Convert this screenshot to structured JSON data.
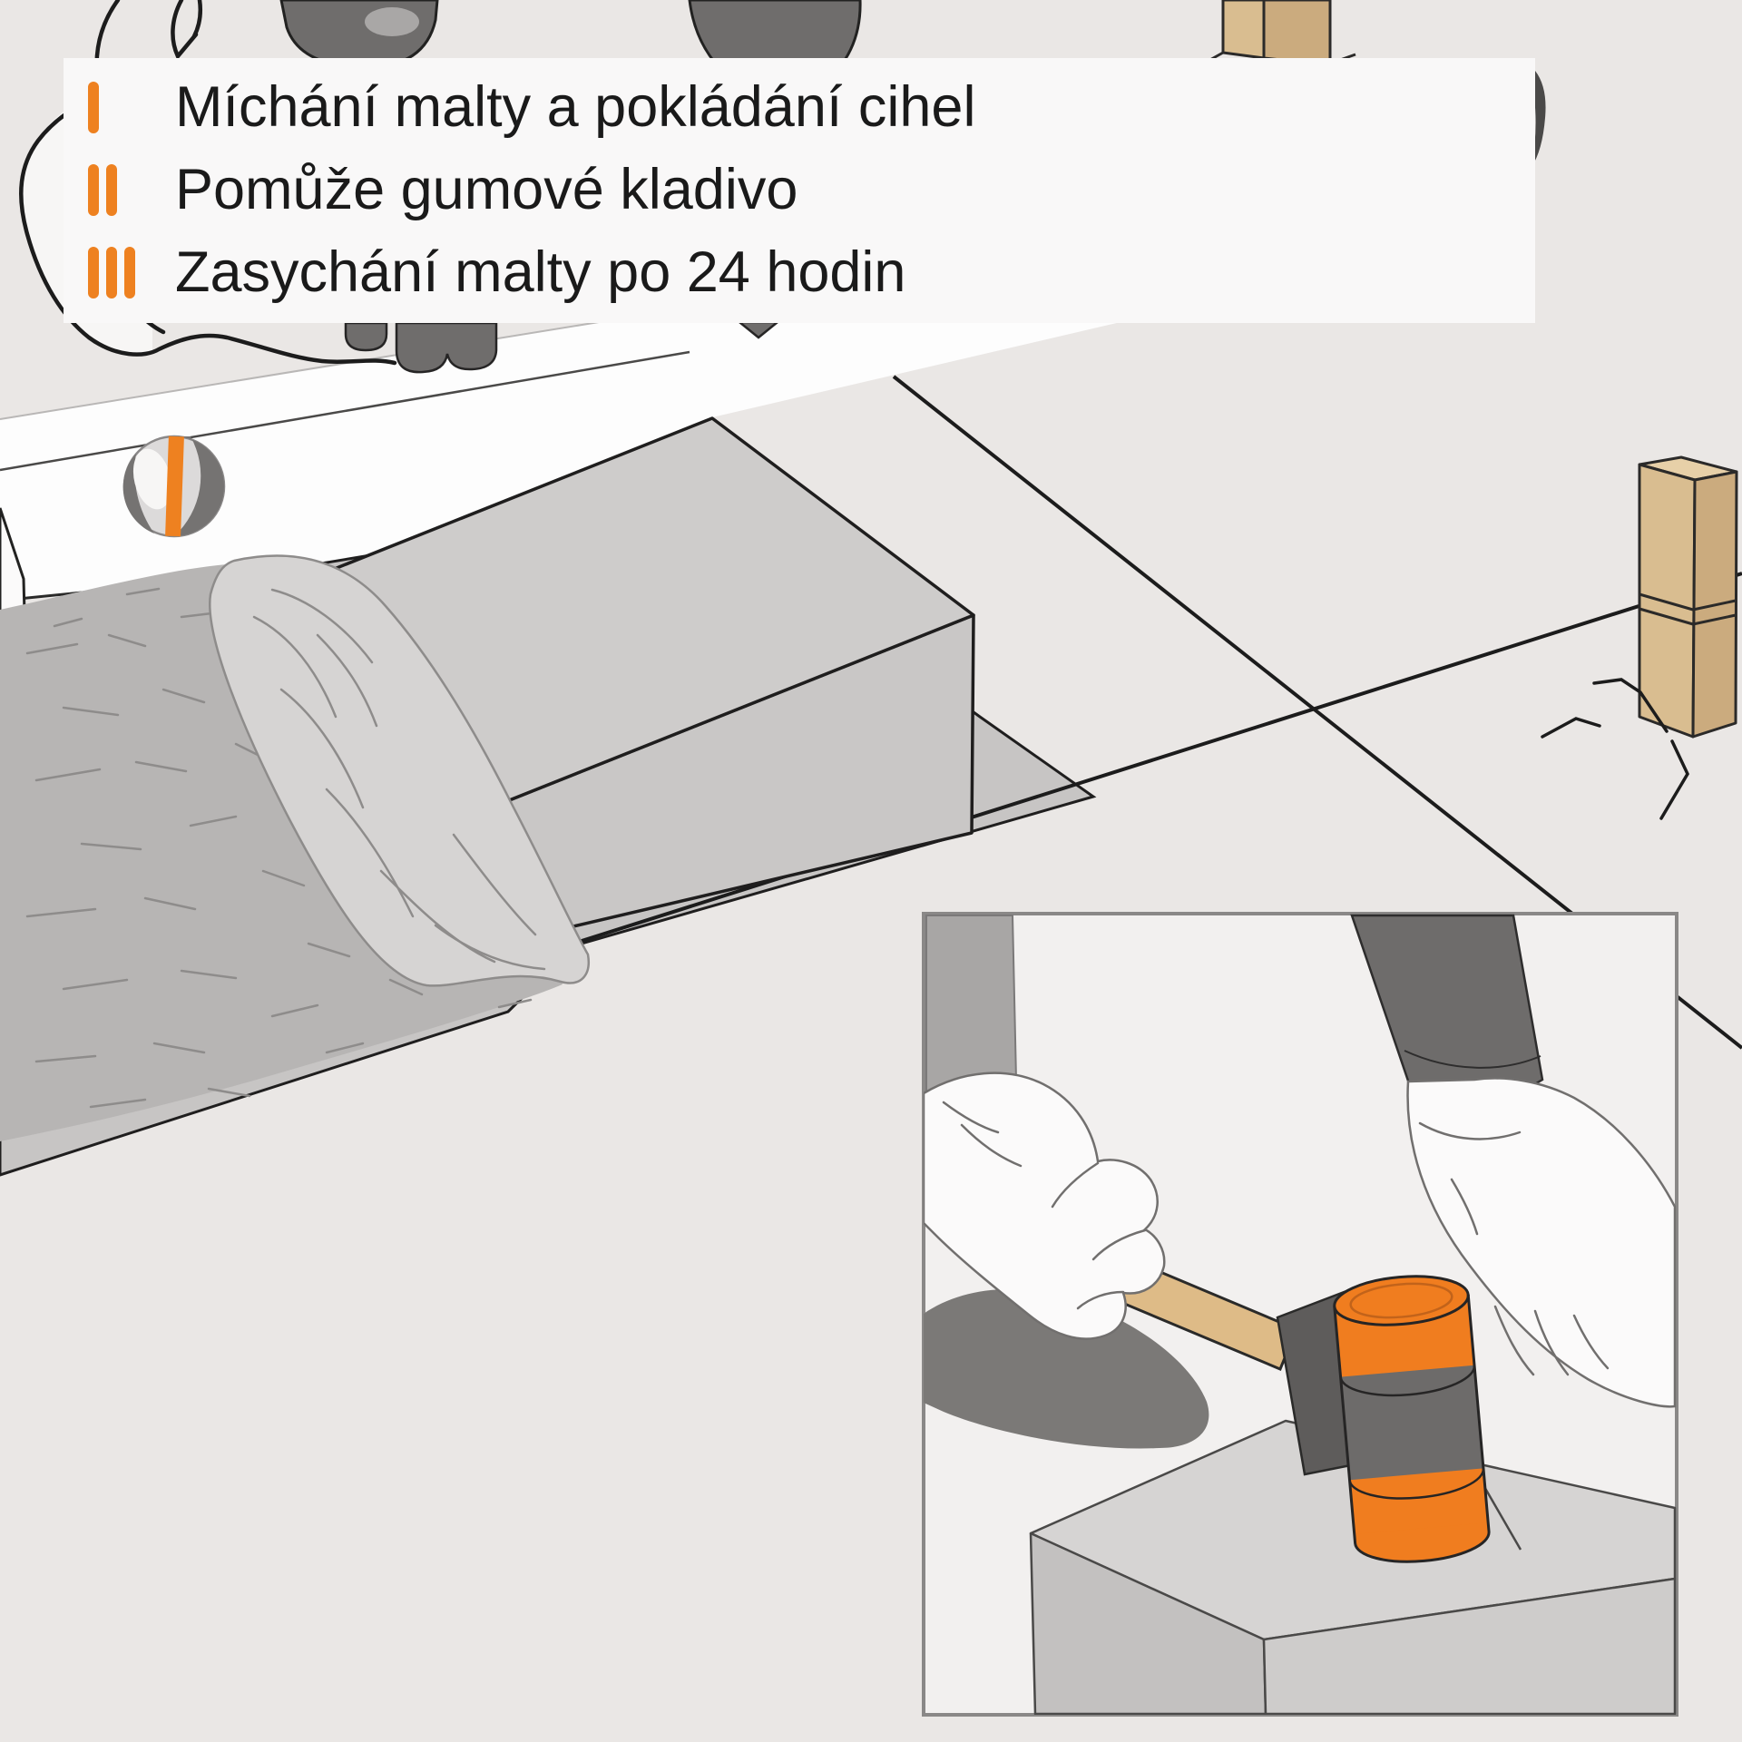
{
  "legend": {
    "items": [
      {
        "numeral": "I",
        "label": "Míchání malty a pokládání cihel"
      },
      {
        "numeral": "II",
        "label": "Pomůže gumové kladivo"
      },
      {
        "numeral": "III",
        "label": "Zasychání malty po 24 hodin"
      }
    ]
  },
  "colors": {
    "accent_orange": "#ee8120",
    "mallet_orange": "#f07d1f",
    "text": "#1a1a1a",
    "background": "#eae7e5",
    "legend_panel": "#f9f8f8",
    "level_white": "#fdfdfd",
    "block_gray": "#cecccb",
    "mortar_gray": "#b7b5b4",
    "mortar_heap": "#d6d4d3",
    "brick_tan": "#d9bd90",
    "glove_gray": "#6f6d6c",
    "inset_border": "#8a8887"
  },
  "scene": {
    "main_objects": [
      "spirit-level with orange vial",
      "aerated concrete block on mortar bed",
      "mortar heap",
      "floor joint lines",
      "stacked tan bricks",
      "cracked ground",
      "inset: hand tapping block with rubber mallet"
    ]
  }
}
